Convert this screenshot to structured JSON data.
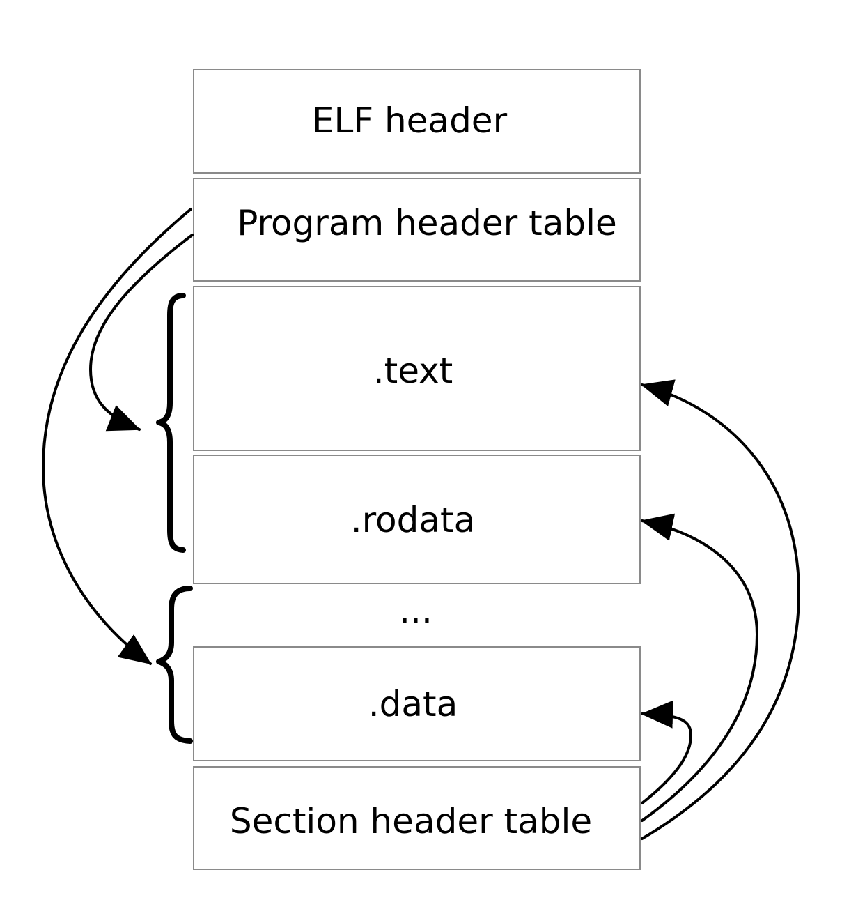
{
  "segments": {
    "elf_header": "ELF header",
    "program_header_table": "Program header table",
    "text": ".text",
    "rodata": ".rodata",
    "ellipsis": "...",
    "data": ".data",
    "section_header_table": "Section header table"
  },
  "colors": {
    "box_stroke": "#8a8a8a",
    "ink": "#000000"
  }
}
